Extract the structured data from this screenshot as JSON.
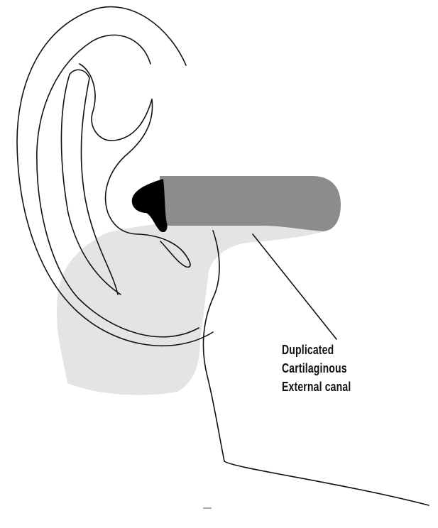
{
  "diagram": {
    "label_lines": [
      "Duplicated",
      "Cartilaginous",
      "External canal"
    ],
    "colors": {
      "outline": "#111111",
      "duplicated_canal_fill": "#e4e4e4",
      "normal_canal_fill": "#8c8c8c",
      "meatus_fill": "#000000",
      "background": "#ffffff"
    }
  }
}
